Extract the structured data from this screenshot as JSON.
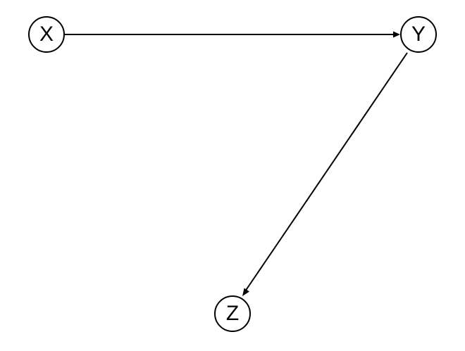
{
  "diagram": {
    "nodes": [
      {
        "id": "x",
        "label": "X"
      },
      {
        "id": "y",
        "label": "Y"
      },
      {
        "id": "z",
        "label": "Z"
      }
    ],
    "edges": [
      {
        "from": "X",
        "to": "Y"
      },
      {
        "from": "Y",
        "to": "Z"
      }
    ]
  }
}
